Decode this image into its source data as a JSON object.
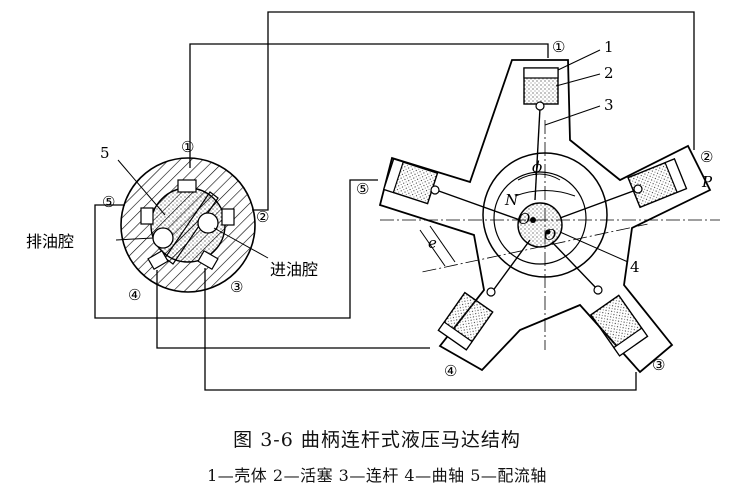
{
  "figure": {
    "caption_title": "图 3-6    曲柄连杆式液压马达结构",
    "caption_legend": "1—壳体   2—活塞   3—连杆   4—曲轴   5—配流轴"
  },
  "valve": {
    "number_label": "5",
    "exhaust_label": "排油腔",
    "intake_label": "进油腔",
    "port_labels": [
      "①",
      "②",
      "③",
      "④",
      "⑤"
    ]
  },
  "motor": {
    "callouts": [
      "1",
      "2",
      "3",
      "4"
    ],
    "port_labels": [
      "①",
      "②",
      "③",
      "④",
      "⑤"
    ],
    "symbols": {
      "P": "P",
      "N": "N",
      "phi": "ϕ",
      "O1": "O",
      "O": "O",
      "e": "e"
    }
  }
}
